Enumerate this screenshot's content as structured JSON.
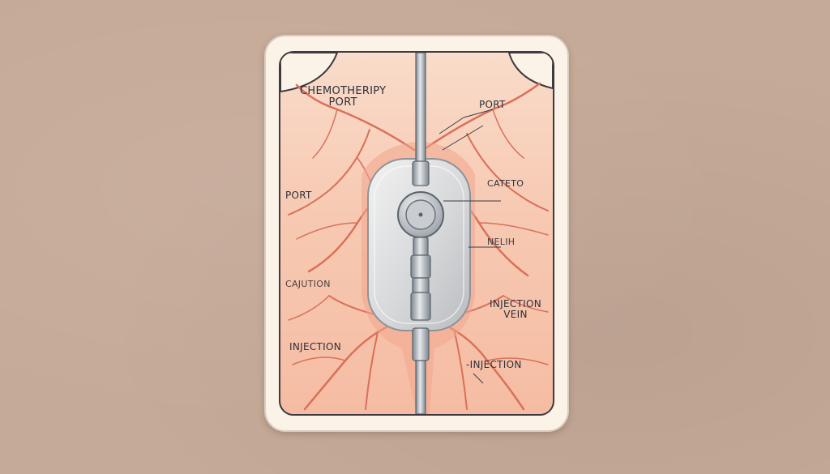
{
  "labels": {
    "title_line1": "CHEMOTHERIPY",
    "title_line2": "PORT",
    "port_top": "PORT",
    "port_left": "PORT",
    "cateto": "CATETO",
    "nelih": "NELIH",
    "cajution": "CAJUTION",
    "injection_vein_line1": "INJECTION",
    "injection_vein_line2": "VEIN",
    "injection_left": "INJECTION",
    "injection_right": "-INJECTION"
  },
  "colors": {
    "background": "#c6aa98",
    "card": "#fbf3e7",
    "skin": "#f7c9b2",
    "vein": "#d9705a",
    "port_body": "#dcdcdc",
    "catheter": "#9aa3ad",
    "outline": "#3d3a40"
  }
}
